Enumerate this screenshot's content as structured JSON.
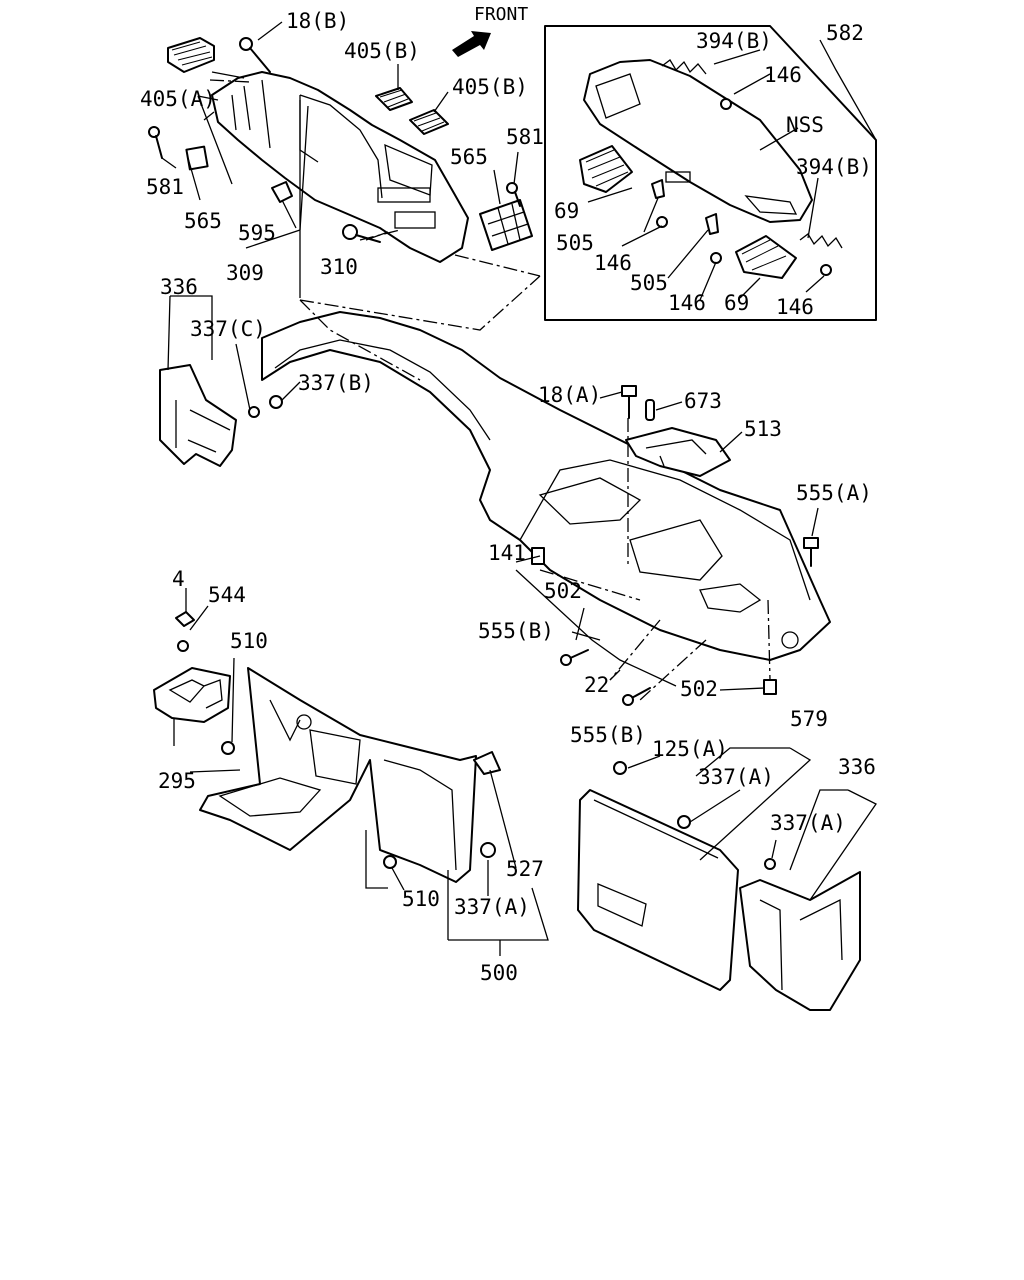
{
  "front_label": "FRONT",
  "callouts": {
    "c18b": "18(B)",
    "c405a": "405(A)",
    "c405b_1": "405(B)",
    "c405b_2": "405(B)",
    "c581_left": "581",
    "c565_left": "565",
    "c595": "595",
    "c309": "309",
    "c310": "310",
    "c565_right": "565",
    "c581_right": "581",
    "c394b_top": "394(B)",
    "c582": "582",
    "c146_top": "146",
    "c_nss": "NSS",
    "c394b_right": "394(B)",
    "c69_left": "69",
    "c505_left": "505",
    "c146_mid_left": "146",
    "c505_mid": "505",
    "c146_bottom_left": "146",
    "c69_right": "69",
    "c146_bottom_right": "146",
    "c336_top": "336",
    "c337c": "337(C)",
    "c337b": "337(B)",
    "c18a": "18(A)",
    "c673": "673",
    "c513": "513",
    "c555a": "555(A)",
    "c141": "141",
    "c502_top": "502",
    "c555b_top": "555(B)",
    "c22": "22",
    "c502_bottom": "502",
    "c555b_bottom": "555(B)",
    "c4": "4",
    "c544": "544",
    "c510_top": "510",
    "c295": "295",
    "c510_bottom": "510",
    "c337a_left": "337(A)",
    "c527": "527",
    "c500": "500",
    "c579": "579",
    "c125a": "125(A)",
    "c337a_mid": "337(A)",
    "c336_right": "336",
    "c337a_right": "337(A)"
  }
}
